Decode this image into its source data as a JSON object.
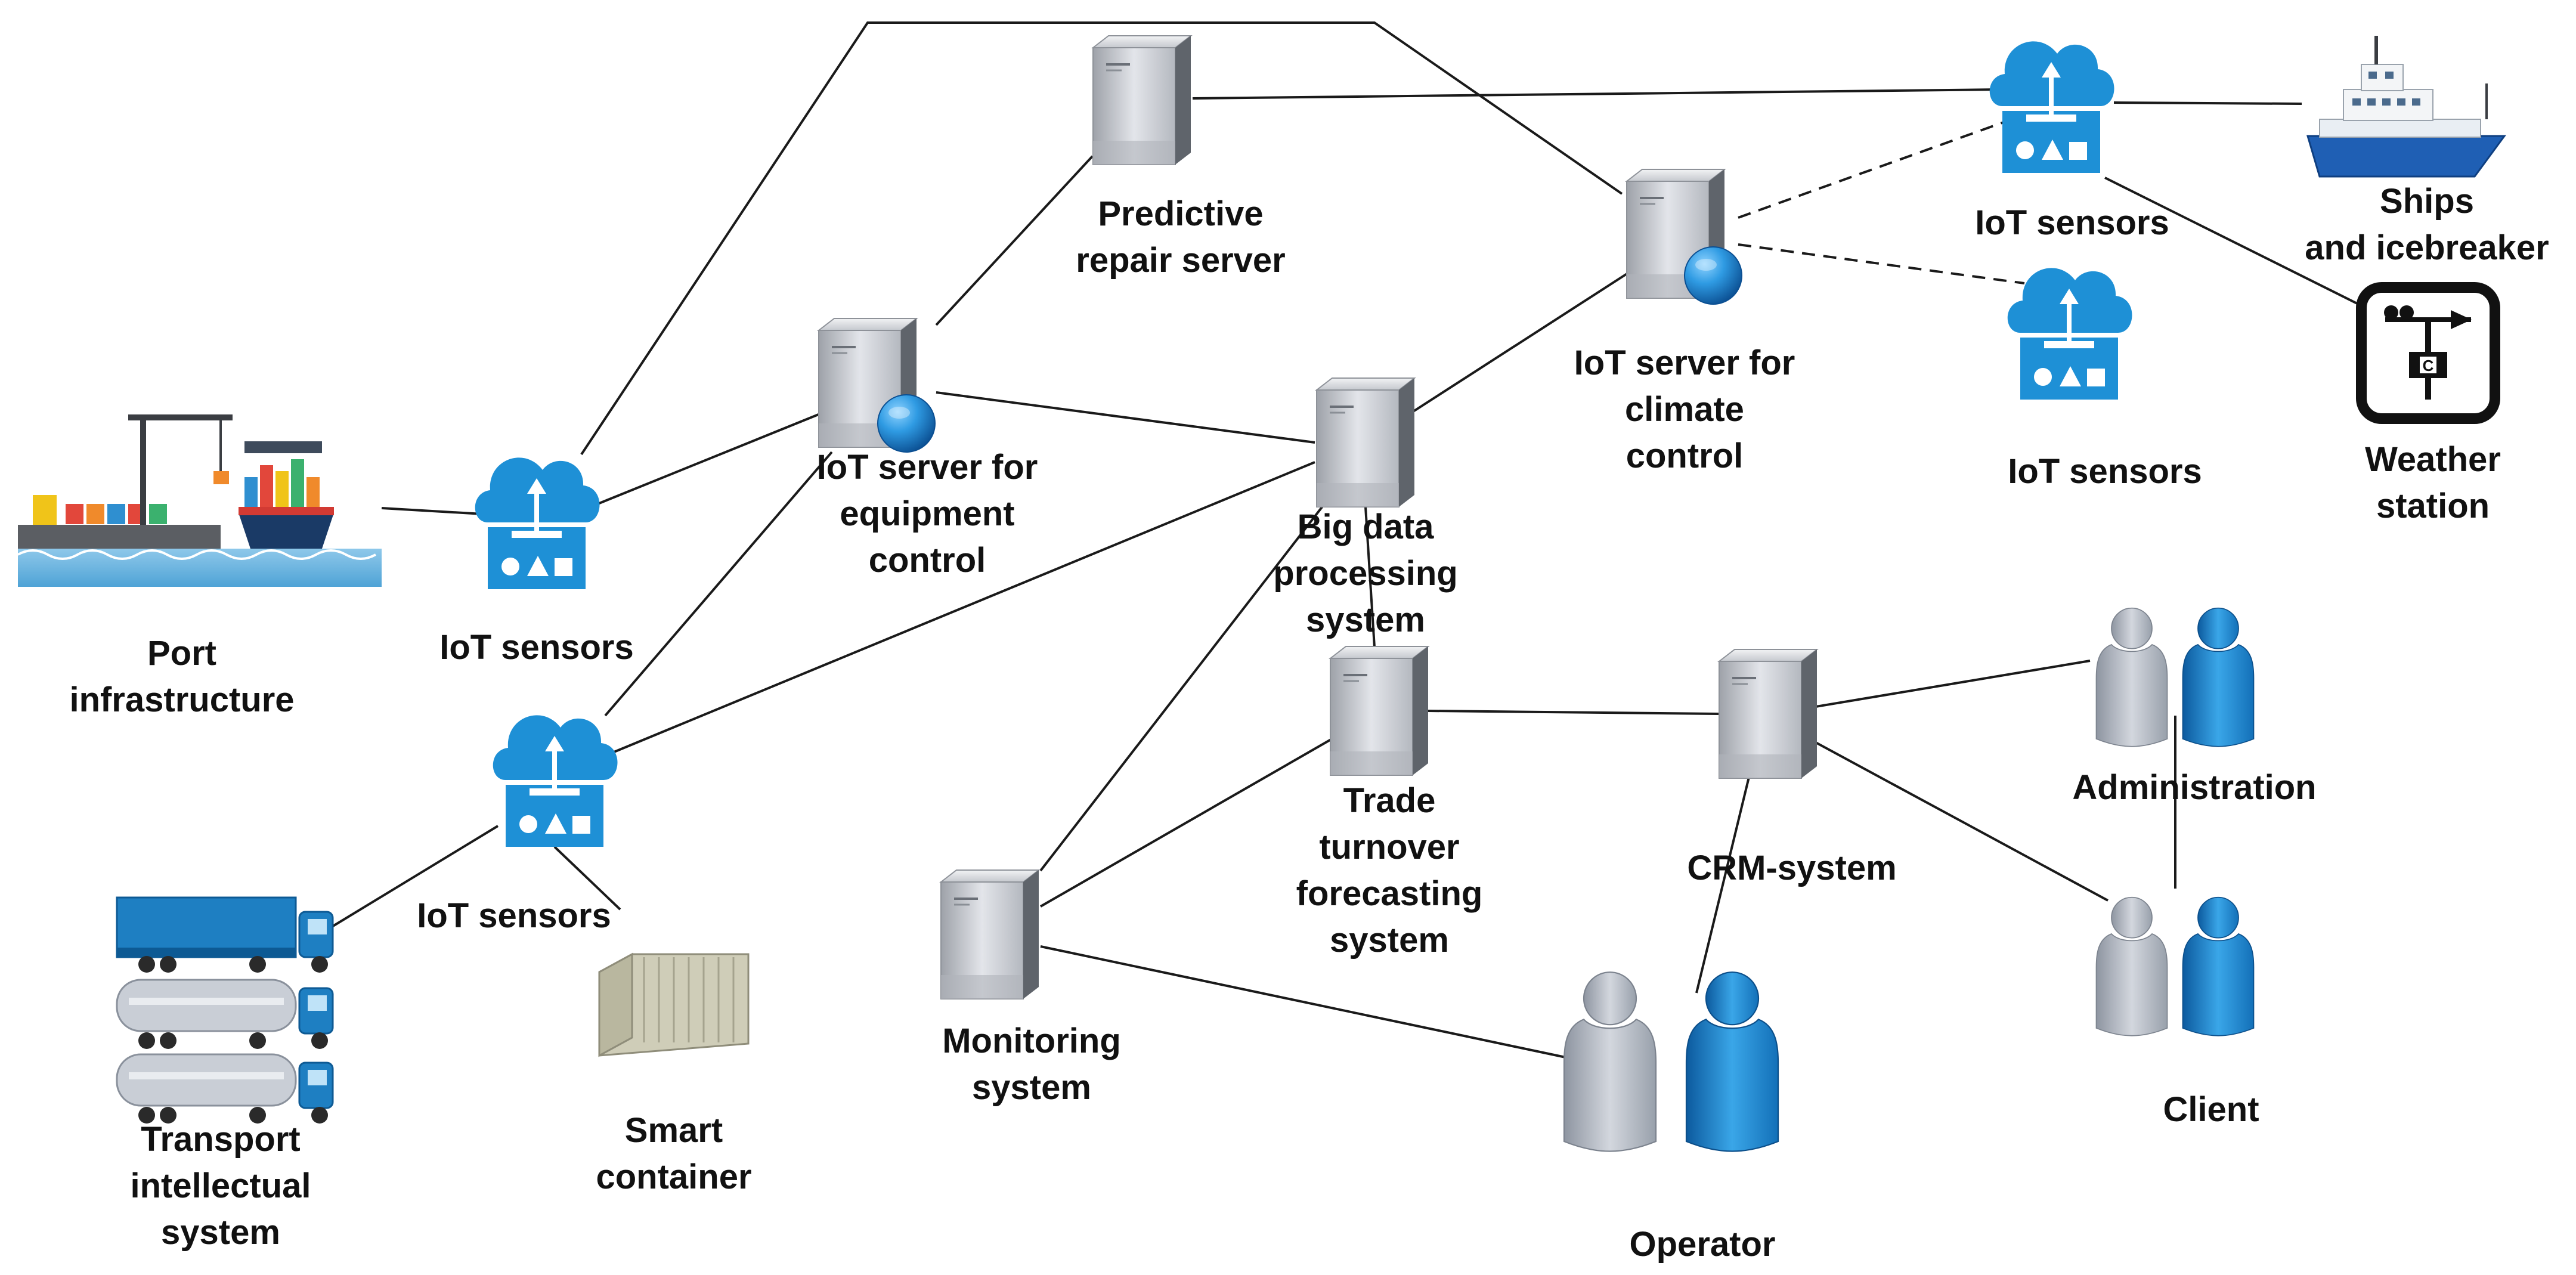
{
  "colors": {
    "line": "#1a1a1a",
    "server_light": "#c9ccd3",
    "server_dark": "#5f646b",
    "cloud_blue": "#1e90d6",
    "globe_blue": "#1a78c8",
    "person_gray": "#b6bcc6",
    "person_blue": "#1f86cc"
  },
  "nodes": {
    "port_infrastructure": {
      "label": [
        "Port",
        "infrastructure"
      ],
      "icon": "port-icon"
    },
    "iot_sensors_port": {
      "label": [
        "IoT sensors"
      ],
      "icon": "iot-cloud-icon"
    },
    "iot_sensors_transport": {
      "label": [
        "IoT sensors"
      ],
      "icon": "iot-cloud-icon"
    },
    "transport_system": {
      "label": [
        "Transport",
        "intellectual",
        "system"
      ],
      "icon": "trucks-icon"
    },
    "smart_container": {
      "label": [
        "Smart",
        "container"
      ],
      "icon": "container-icon"
    },
    "iot_server_equipment": {
      "label": [
        "IoT server for",
        "equipment",
        "control"
      ],
      "icon": "server-globe-icon"
    },
    "predictive_repair_server": {
      "label": [
        "Predictive",
        "repair server"
      ],
      "icon": "server-icon"
    },
    "big_data_system": {
      "label": [
        "Big data",
        "processing",
        "system"
      ],
      "icon": "server-icon"
    },
    "iot_server_climate": {
      "label": [
        "IoT server for",
        "climate",
        "control"
      ],
      "icon": "server-globe-icon"
    },
    "iot_sensors_ships": {
      "label": [
        "IoT sensors"
      ],
      "icon": "iot-cloud-icon"
    },
    "iot_sensors_climate": {
      "label": [
        "IoT sensors"
      ],
      "icon": "iot-cloud-icon"
    },
    "ships": {
      "label": [
        "Ships",
        "and icebreaker"
      ],
      "icon": "ship-icon"
    },
    "weather_station": {
      "label": [
        "Weather",
        "station"
      ],
      "icon": "weather-station-icon"
    },
    "trade_forecasting": {
      "label": [
        "Trade",
        "turnover",
        "forecasting",
        "system"
      ],
      "icon": "server-icon"
    },
    "monitoring_system": {
      "label": [
        "Monitoring",
        "system"
      ],
      "icon": "server-icon"
    },
    "crm_system": {
      "label": [
        "CRM-system"
      ],
      "icon": "server-icon"
    },
    "administration": {
      "label": [
        "Administration"
      ],
      "icon": "people-icon"
    },
    "client": {
      "label": [
        "Client"
      ],
      "icon": "people-icon"
    },
    "operator": {
      "label": [
        "Operator"
      ],
      "icon": "people-icon"
    }
  },
  "connections": [
    {
      "from": "port_infrastructure",
      "to": "iot_sensors_port",
      "style": "solid"
    },
    {
      "from": "iot_sensors_port",
      "to": "iot_server_climate",
      "style": "solid"
    },
    {
      "from": "iot_sensors_port",
      "to": "iot_server_equipment",
      "style": "solid"
    },
    {
      "from": "iot_server_equipment",
      "to": "predictive_repair_server",
      "style": "solid"
    },
    {
      "from": "iot_server_equipment",
      "to": "big_data_system",
      "style": "solid"
    },
    {
      "from": "iot_sensors_transport",
      "to": "iot_server_equipment",
      "style": "solid"
    },
    {
      "from": "iot_sensors_transport",
      "to": "big_data_system",
      "style": "solid"
    },
    {
      "from": "transport_system",
      "to": "iot_sensors_transport",
      "style": "solid"
    },
    {
      "from": "smart_container",
      "to": "iot_sensors_transport",
      "style": "solid"
    },
    {
      "from": "predictive_repair_server",
      "to": "iot_sensors_ships",
      "style": "solid"
    },
    {
      "from": "iot_sensors_ships",
      "to": "ships",
      "style": "solid"
    },
    {
      "from": "iot_sensors_ships",
      "to": "weather_station",
      "style": "solid"
    },
    {
      "from": "iot_server_climate",
      "to": "iot_sensors_ships",
      "style": "dashed"
    },
    {
      "from": "iot_server_climate",
      "to": "iot_sensors_climate",
      "style": "dashed"
    },
    {
      "from": "big_data_system",
      "to": "iot_server_climate",
      "style": "solid"
    },
    {
      "from": "big_data_system",
      "to": "trade_forecasting",
      "style": "solid"
    },
    {
      "from": "monitoring_system",
      "to": "big_data_system",
      "style": "solid"
    },
    {
      "from": "monitoring_system",
      "to": "trade_forecasting",
      "style": "solid"
    },
    {
      "from": "monitoring_system",
      "to": "operator",
      "style": "solid"
    },
    {
      "from": "trade_forecasting",
      "to": "crm_system",
      "style": "solid"
    },
    {
      "from": "crm_system",
      "to": "administration",
      "style": "solid"
    },
    {
      "from": "crm_system",
      "to": "client",
      "style": "solid"
    },
    {
      "from": "crm_system",
      "to": "operator",
      "style": "solid"
    },
    {
      "from": "administration",
      "to": "client",
      "style": "solid"
    }
  ]
}
